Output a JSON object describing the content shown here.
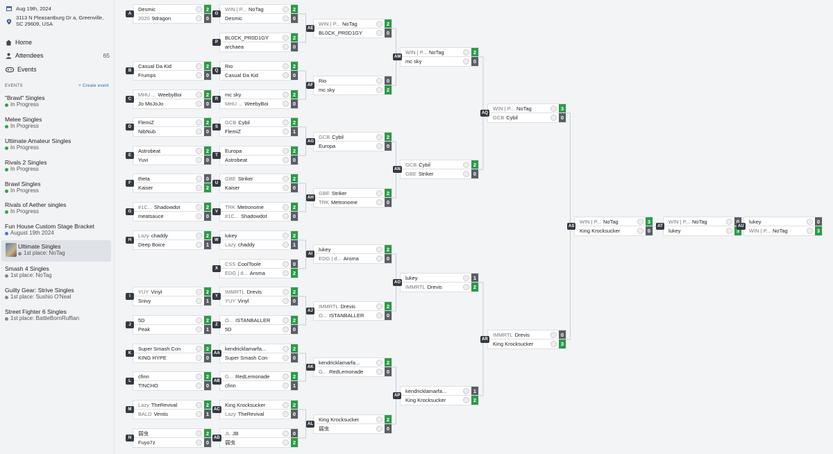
{
  "sidebar": {
    "date": "Aug 19th, 2024",
    "address": "3113 N Pleasantburg Dr a, Greenville, SC 29609, USA",
    "nav": [
      {
        "label": "Home",
        "count": ""
      },
      {
        "label": "Attendees",
        "count": "65"
      },
      {
        "label": "Events",
        "count": ""
      }
    ],
    "events_header": "EVENTS",
    "create_event": "+ Create event",
    "events": [
      {
        "name": "\"Brawl\" Singles",
        "status": "In Progress",
        "dot": "green"
      },
      {
        "name": "Melee Singles",
        "status": "In Progress",
        "dot": "green"
      },
      {
        "name": "Ultimate Amateur Singles",
        "status": "In Progress",
        "dot": "green"
      },
      {
        "name": "Rivals 2 Singles",
        "status": "In Progress",
        "dot": "green"
      },
      {
        "name": "Brawl Singles",
        "status": "In Progress",
        "dot": "green"
      },
      {
        "name": "Rivals of Aether singles",
        "status": "In Progress",
        "dot": "green"
      },
      {
        "name": "Fun House Custom Stage Bracket",
        "status": "August 19th 2024",
        "dot": "blue"
      },
      {
        "name": "Ultimate Singles",
        "status": "1st place: NoTag",
        "dot": "gray",
        "active": true
      },
      {
        "name": "Smash 4 Singles",
        "status": "1st place: NoTag",
        "dot": "gray"
      },
      {
        "name": "Guilty Gear: Strive Singles",
        "status": "1st place: Sushio O'Neal",
        "dot": "gray"
      },
      {
        "name": "Street Fighter 6 Singles",
        "status": "1st place: BattleBornRuffian",
        "dot": "gray"
      }
    ]
  },
  "bracket": {
    "accent_win": "#2a9d46",
    "accent_lose": "#5a5f66",
    "matches": [
      {
        "id": "A",
        "p1": {
          "pre": "",
          "name": "Desmic",
          "score": "2",
          "win": true
        },
        "p2": {
          "pre": "2020",
          "name": "9dragon",
          "score": "0",
          "win": false
        }
      },
      {
        "id": "B",
        "p1": {
          "pre": "",
          "name": "Casual Da Kid",
          "score": "2",
          "win": true
        },
        "p2": {
          "pre": "",
          "name": "Frumps",
          "score": "0",
          "win": false
        }
      },
      {
        "id": "C",
        "p1": {
          "pre": "MHU ...",
          "name": "WeebyBoi",
          "score": "2",
          "win": true
        },
        "p2": {
          "pre": "",
          "name": "Jo MoJoJo",
          "score": "0",
          "win": false
        }
      },
      {
        "id": "D",
        "p1": {
          "pre": "",
          "name": "FlemiZ",
          "score": "2",
          "win": true
        },
        "p2": {
          "pre": "",
          "name": "NibNub",
          "score": "0",
          "win": false
        }
      },
      {
        "id": "E",
        "p1": {
          "pre": "",
          "name": "Astrobeat",
          "score": "2",
          "win": true
        },
        "p2": {
          "pre": "",
          "name": "Yuvi",
          "score": "0",
          "win": false
        }
      },
      {
        "id": "F",
        "p1": {
          "pre": "",
          "name": "theta",
          "score": "0",
          "win": false
        },
        "p2": {
          "pre": "",
          "name": "Kaiser",
          "score": "2",
          "win": true
        }
      },
      {
        "id": "G",
        "p1": {
          "pre": "#1C...",
          "name": "Shadowdot",
          "score": "2",
          "win": true
        },
        "p2": {
          "pre": "",
          "name": "meatsauce",
          "score": "0",
          "win": false
        }
      },
      {
        "id": "H",
        "p1": {
          "pre": "Lazy",
          "name": "chaddy",
          "score": "2",
          "win": true
        },
        "p2": {
          "pre": "",
          "name": "Deep Boice",
          "score": "1",
          "win": false
        }
      },
      {
        "id": "I",
        "p1": {
          "pre": "YUY",
          "name": "Vinyl",
          "score": "2",
          "win": true
        },
        "p2": {
          "pre": "",
          "name": "Snivy",
          "score": "1",
          "win": false
        }
      },
      {
        "id": "J",
        "p1": {
          "pre": "",
          "name": "5D",
          "score": "2",
          "win": true
        },
        "p2": {
          "pre": "",
          "name": "Peak",
          "score": "1",
          "win": false
        }
      },
      {
        "id": "K",
        "p1": {
          "pre": "",
          "name": "Super Smash Con",
          "score": "2",
          "win": true
        },
        "p2": {
          "pre": "",
          "name": "KING HYPE",
          "score": "0",
          "win": false
        }
      },
      {
        "id": "L",
        "p1": {
          "pre": "",
          "name": "cfinn",
          "score": "2",
          "win": true
        },
        "p2": {
          "pre": "",
          "name": "T!NCHO",
          "score": "0",
          "win": false
        }
      },
      {
        "id": "M",
        "p1": {
          "pre": "Lazy",
          "name": "TheRevival",
          "score": "2",
          "win": true
        },
        "p2": {
          "pre": "BALD",
          "name": "Ventis",
          "score": "1",
          "win": false
        }
      },
      {
        "id": "N",
        "p1": {
          "pre": "",
          "name": "弱虫",
          "score": "2",
          "win": true
        },
        "p2": {
          "pre": "",
          "name": "Fuyo7z",
          "score": "0",
          "win": false
        }
      },
      {
        "id": "O",
        "p1": {
          "pre": "WIN | P...",
          "name": "NoTag",
          "score": "2",
          "win": true
        },
        "p2": {
          "pre": "",
          "name": "Desmic",
          "score": "0",
          "win": false
        }
      },
      {
        "id": "P",
        "p1": {
          "pre": "",
          "name": "BL0CK_PR0D1GY",
          "score": "2",
          "win": true
        },
        "p2": {
          "pre": "",
          "name": "archaea",
          "score": "0",
          "win": false
        }
      },
      {
        "id": "Q",
        "p1": {
          "pre": "",
          "name": "Rio",
          "score": "2",
          "win": true
        },
        "p2": {
          "pre": "",
          "name": "Casual Da Kid",
          "score": "0",
          "win": false
        }
      },
      {
        "id": "R",
        "p1": {
          "pre": "",
          "name": "mc sky",
          "score": "2",
          "win": true
        },
        "p2": {
          "pre": "MHU ...",
          "name": "WeebyBoi",
          "score": "0",
          "win": false
        }
      },
      {
        "id": "S",
        "p1": {
          "pre": "GCB",
          "name": "Cybil",
          "score": "2",
          "win": true
        },
        "p2": {
          "pre": "",
          "name": "FlemiZ",
          "score": "1",
          "win": false
        }
      },
      {
        "id": "T",
        "p1": {
          "pre": "",
          "name": "Europa",
          "score": "2",
          "win": true
        },
        "p2": {
          "pre": "",
          "name": "Astrobeat",
          "score": "0",
          "win": false
        }
      },
      {
        "id": "U",
        "p1": {
          "pre": "GBE",
          "name": "Striker",
          "score": "2",
          "win": true
        },
        "p2": {
          "pre": "",
          "name": "Kaiser",
          "score": "0",
          "win": false
        }
      },
      {
        "id": "V",
        "p1": {
          "pre": "TRK",
          "name": "Metronome",
          "score": "2",
          "win": true
        },
        "p2": {
          "pre": "#1C...",
          "name": "Shadowdot",
          "score": "0",
          "win": false
        }
      },
      {
        "id": "W",
        "p1": {
          "pre": "",
          "name": "lukey",
          "score": "2",
          "win": true
        },
        "p2": {
          "pre": "Lazy",
          "name": "chaddy",
          "score": "1",
          "win": false
        }
      },
      {
        "id": "X",
        "p1": {
          "pre": "CSS",
          "name": "CoolToole",
          "score": "0",
          "win": false
        },
        "p2": {
          "pre": "EDG | d...",
          "name": "Aroma",
          "score": "2",
          "win": true
        }
      },
      {
        "id": "Y",
        "p1": {
          "pre": "IMMRTL",
          "name": "Drevis",
          "score": "2",
          "win": true
        },
        "p2": {
          "pre": "YUY",
          "name": "Vinyl",
          "score": "0",
          "win": false
        }
      },
      {
        "id": "Z",
        "p1": {
          "pre": "O...",
          "name": "ISTANBALLER",
          "score": "2",
          "win": true
        },
        "p2": {
          "pre": "",
          "name": "5D",
          "score": "0",
          "win": false
        }
      },
      {
        "id": "AA",
        "p1": {
          "pre": "",
          "name": "kendricklamarfa...",
          "score": "2",
          "win": true
        },
        "p2": {
          "pre": "",
          "name": "Super Smash Con",
          "score": "0",
          "win": false
        }
      },
      {
        "id": "AB",
        "p1": {
          "pre": "G...",
          "name": "RedLemonade",
          "score": "2",
          "win": true
        },
        "p2": {
          "pre": "",
          "name": "cfinn",
          "score": "1",
          "win": false
        }
      },
      {
        "id": "AC",
        "p1": {
          "pre": "",
          "name": "King Krocksucker",
          "score": "2",
          "win": true
        },
        "p2": {
          "pre": "Lazy",
          "name": "TheRevival",
          "score": "0",
          "win": false
        }
      },
      {
        "id": "AD",
        "p1": {
          "pre": "JL",
          "name": "JB",
          "score": "0",
          "win": false
        },
        "p2": {
          "pre": "",
          "name": "弱虫",
          "score": "2",
          "win": true
        }
      },
      {
        "id": "AE",
        "p1": {
          "pre": "WIN | P...",
          "name": "NoTag",
          "score": "2",
          "win": true
        },
        "p2": {
          "pre": "",
          "name": "BL0CK_PR0D1GY",
          "score": "0",
          "win": false
        }
      },
      {
        "id": "AF",
        "p1": {
          "pre": "",
          "name": "Rio",
          "score": "0",
          "win": false
        },
        "p2": {
          "pre": "",
          "name": "mc sky",
          "score": "2",
          "win": true
        }
      },
      {
        "id": "AG",
        "p1": {
          "pre": "GCB",
          "name": "Cybil",
          "score": "2",
          "win": true
        },
        "p2": {
          "pre": "",
          "name": "Europa",
          "score": "0",
          "win": false
        }
      },
      {
        "id": "AH",
        "p1": {
          "pre": "GBE",
          "name": "Striker",
          "score": "2",
          "win": true
        },
        "p2": {
          "pre": "TRK",
          "name": "Metronome",
          "score": "0",
          "win": false
        }
      },
      {
        "id": "AI",
        "p1": {
          "pre": "",
          "name": "lukey",
          "score": "2",
          "win": true
        },
        "p2": {
          "pre": "EDG | d...",
          "name": "Aroma",
          "score": "0",
          "win": false
        }
      },
      {
        "id": "AJ",
        "p1": {
          "pre": "IMMRTL",
          "name": "Drevis",
          "score": "2",
          "win": true
        },
        "p2": {
          "pre": "O...",
          "name": "ISTANBALLER",
          "score": "0",
          "win": false
        }
      },
      {
        "id": "AK",
        "p1": {
          "pre": "",
          "name": "kendricklamarfa...",
          "score": "2",
          "win": true
        },
        "p2": {
          "pre": "G...",
          "name": "RedLemonade",
          "score": "0",
          "win": false
        }
      },
      {
        "id": "AL",
        "p1": {
          "pre": "",
          "name": "King Krocksucker",
          "score": "2",
          "win": true
        },
        "p2": {
          "pre": "",
          "name": "弱虫",
          "score": "0",
          "win": false
        }
      },
      {
        "id": "AM",
        "p1": {
          "pre": "WIN | P...",
          "name": "NoTag",
          "score": "2",
          "win": true
        },
        "p2": {
          "pre": "",
          "name": "mc sky",
          "score": "0",
          "win": false
        }
      },
      {
        "id": "AN",
        "p1": {
          "pre": "GCB",
          "name": "Cybil",
          "score": "2",
          "win": true
        },
        "p2": {
          "pre": "GBE",
          "name": "Striker",
          "score": "0",
          "win": false
        }
      },
      {
        "id": "AO",
        "p1": {
          "pre": "",
          "name": "lukey",
          "score": "1",
          "win": false
        },
        "p2": {
          "pre": "IMMRTL",
          "name": "Drevis",
          "score": "2",
          "win": true
        }
      },
      {
        "id": "AP",
        "p1": {
          "pre": "",
          "name": "kendricklamarfa...",
          "score": "1",
          "win": false
        },
        "p2": {
          "pre": "",
          "name": "King Krocksucker",
          "score": "2",
          "win": true
        }
      },
      {
        "id": "AQ",
        "p1": {
          "pre": "WIN | P...",
          "name": "NoTag",
          "score": "3",
          "win": true
        },
        "p2": {
          "pre": "GCB",
          "name": "Cybil",
          "score": "0",
          "win": false
        }
      },
      {
        "id": "AR",
        "p1": {
          "pre": "IMMRTL",
          "name": "Drevis",
          "score": "0",
          "win": false
        },
        "p2": {
          "pre": "",
          "name": "King Krocksucker",
          "score": "3",
          "win": true
        }
      },
      {
        "id": "AS",
        "p1": {
          "pre": "WIN | P...",
          "name": "NoTag",
          "score": "3",
          "win": true
        },
        "p2": {
          "pre": "",
          "name": "King Krocksucker",
          "score": "0",
          "win": false
        }
      },
      {
        "id": "AT",
        "p1": {
          "pre": "WIN | P...",
          "name": "NoTag",
          "score": "0",
          "win": false
        },
        "p2": {
          "pre": "",
          "name": "lukey",
          "score": "3",
          "win": true
        }
      },
      {
        "id": "AU",
        "p1": {
          "pre": "",
          "name": "lukey",
          "score": "0",
          "win": false
        },
        "p2": {
          "pre": "WIN | P...",
          "name": "NoTag",
          "score": "3",
          "win": true
        }
      }
    ]
  }
}
